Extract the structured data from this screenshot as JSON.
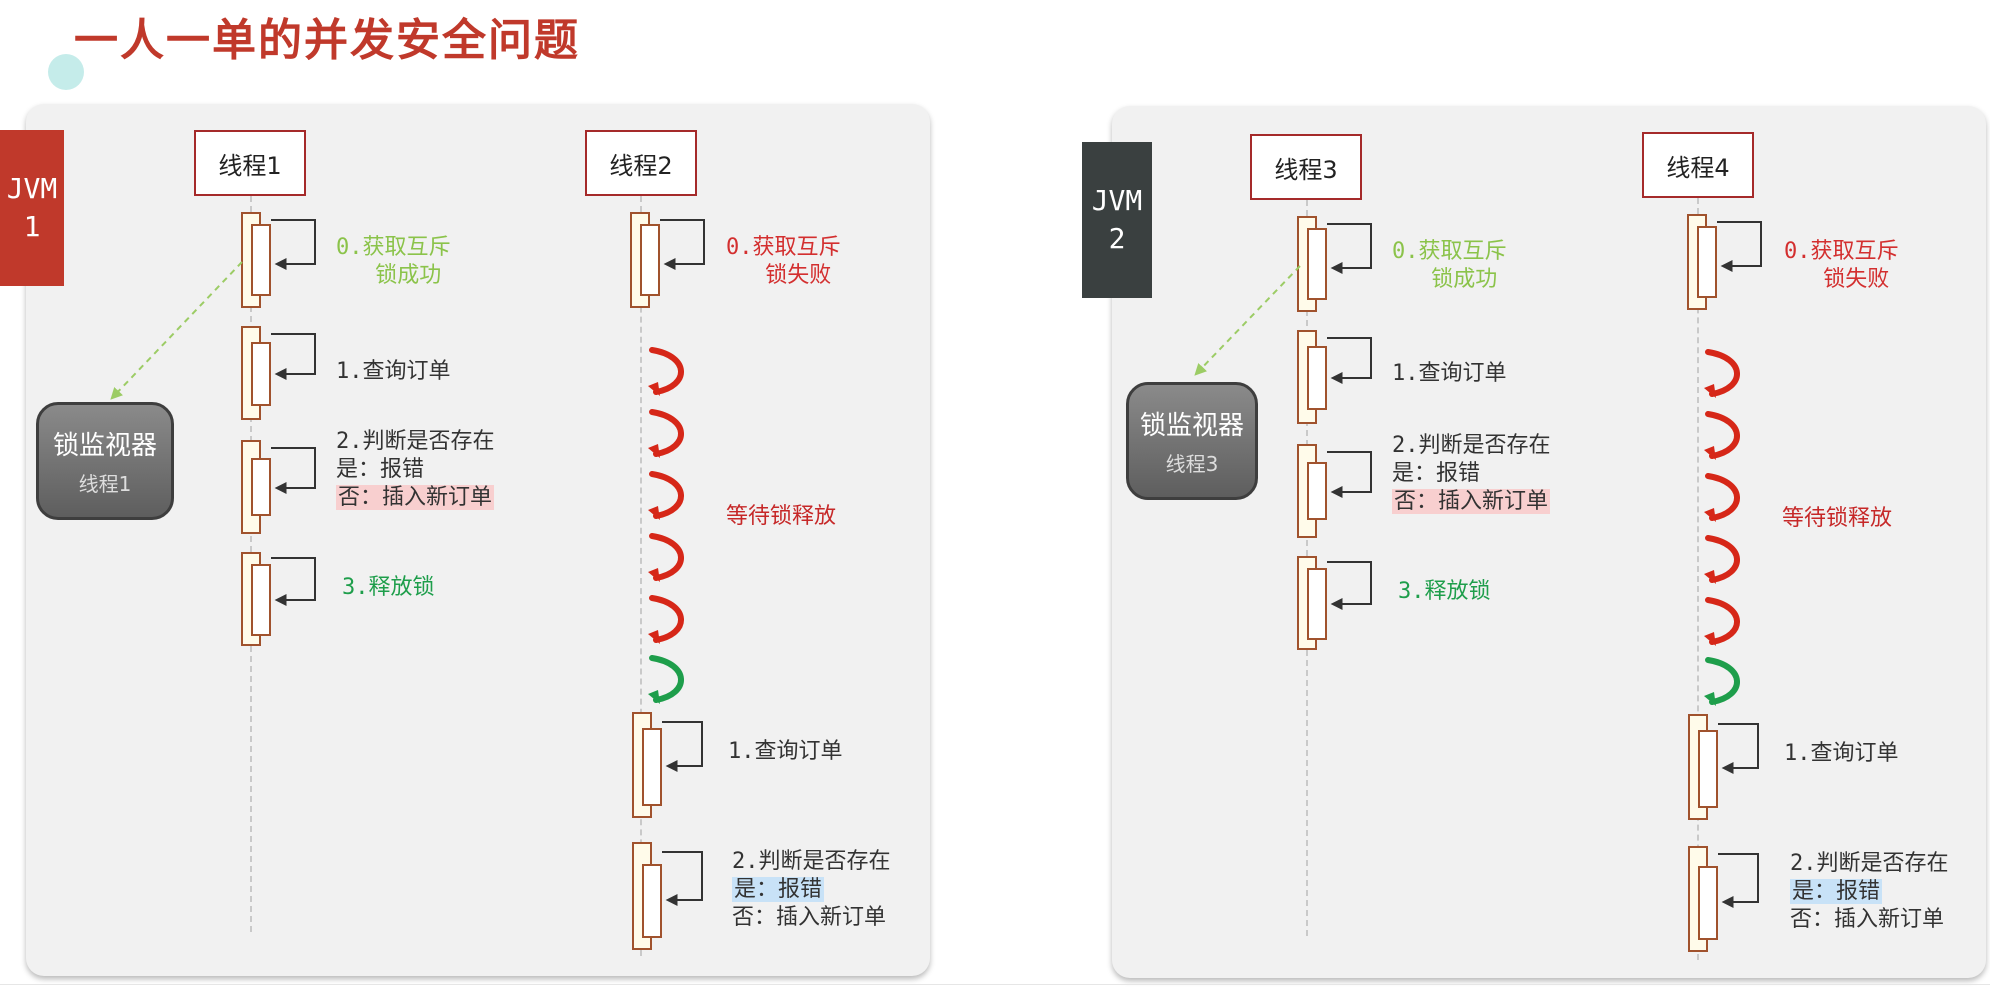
{
  "title": "一人一单的并发安全问题",
  "colors": {
    "title": "#c0392b",
    "jvm1": "#c0392b",
    "jvm2": "#3a4040",
    "success": "#8bc34a",
    "fail": "#d32f2f",
    "release": "#1e9e4b",
    "loop_red": "#d62718",
    "loop_green": "#1e9e4b"
  },
  "left": {
    "jvm": {
      "line1": "JVM",
      "line2": "1"
    },
    "thread_a": "线程1",
    "thread_b": "线程2",
    "monitor": {
      "title": "锁监视器",
      "holder": "线程1"
    },
    "a_steps": {
      "lock_line1": "0.获取互斥",
      "lock_line2": "锁成功",
      "query": "1.查询订单",
      "check_line1": "2.判断是否存在",
      "check_line2": "是：报错",
      "check_line3": "否：插入新订单",
      "release": "3.释放锁"
    },
    "b_steps": {
      "lock_line1": "0.获取互斥",
      "lock_line2": "锁失败",
      "wait": "等待锁释放",
      "query": "1.查询订单",
      "check_line1": "2.判断是否存在",
      "check_line2": "是：报错",
      "check_line3": "否：插入新订单"
    }
  },
  "right": {
    "jvm": {
      "line1": "JVM",
      "line2": "2"
    },
    "thread_a": "线程3",
    "thread_b": "线程4",
    "monitor": {
      "title": "锁监视器",
      "holder": "线程3"
    },
    "a_steps": {
      "lock_line1": "0.获取互斥",
      "lock_line2": "锁成功",
      "query": "1.查询订单",
      "check_line1": "2.判断是否存在",
      "check_line2": "是：报错",
      "check_line3": "否：插入新订单",
      "release": "3.释放锁"
    },
    "b_steps": {
      "lock_line1": "0.获取互斥",
      "lock_line2": "锁失败",
      "wait": "等待锁释放",
      "query": "1.查询订单",
      "check_line1": "2.判断是否存在",
      "check_line2": "是：报错",
      "check_line3": "否：插入新订单"
    }
  }
}
